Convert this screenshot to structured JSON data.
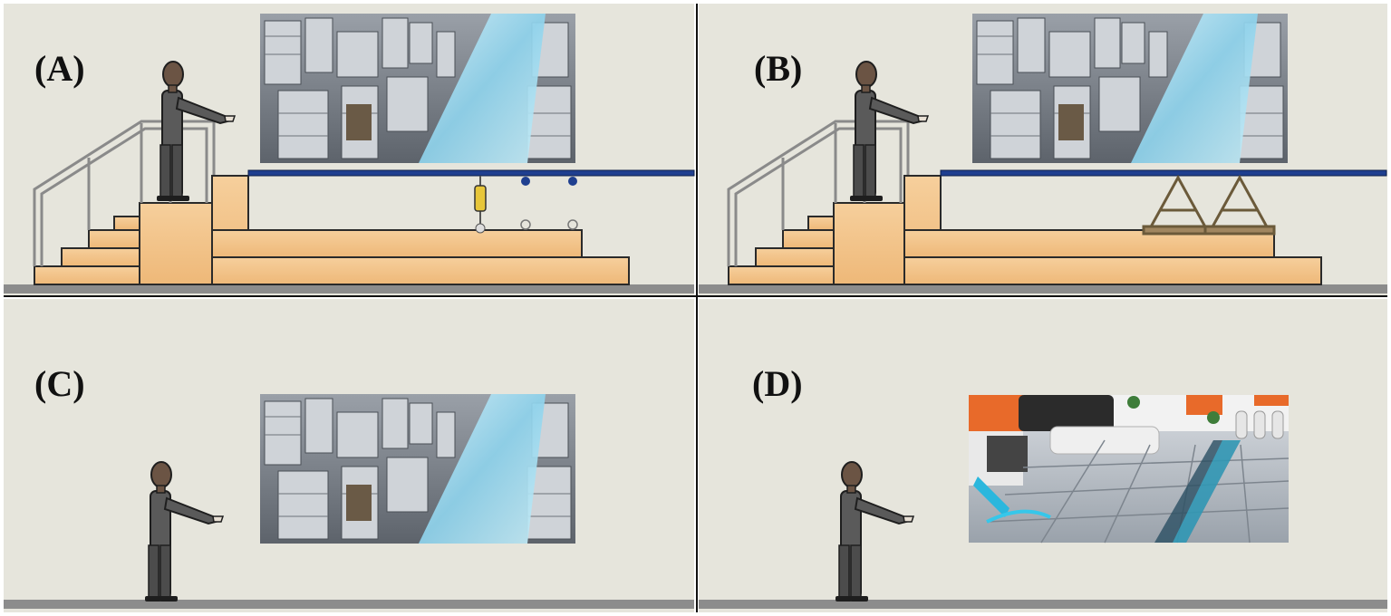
{
  "panels": [
    {
      "id": "A",
      "label": "(A)",
      "scene": "city-view",
      "setup": "platform-with-spring-supports"
    },
    {
      "id": "B",
      "label": "(B)",
      "scene": "city-view",
      "setup": "platform-with-truss-supports"
    },
    {
      "id": "C",
      "label": "(C)",
      "scene": "city-view",
      "setup": "ground-standing"
    },
    {
      "id": "D",
      "label": "(D)",
      "scene": "indoor-room-view",
      "setup": "ground-standing"
    }
  ],
  "colors": {
    "panel_bg": "#e6e5dc",
    "wood": "#f3c58c",
    "wood_edge": "#2a2a2a",
    "plank": "#1f3f8f",
    "railing": "#8a8a8a",
    "floor": "#8c8c8c",
    "figure_body": "#555555",
    "figure_skin": "#6b5444",
    "sky_glass": "#a9def0",
    "accent_orange": "#e86a2a"
  }
}
